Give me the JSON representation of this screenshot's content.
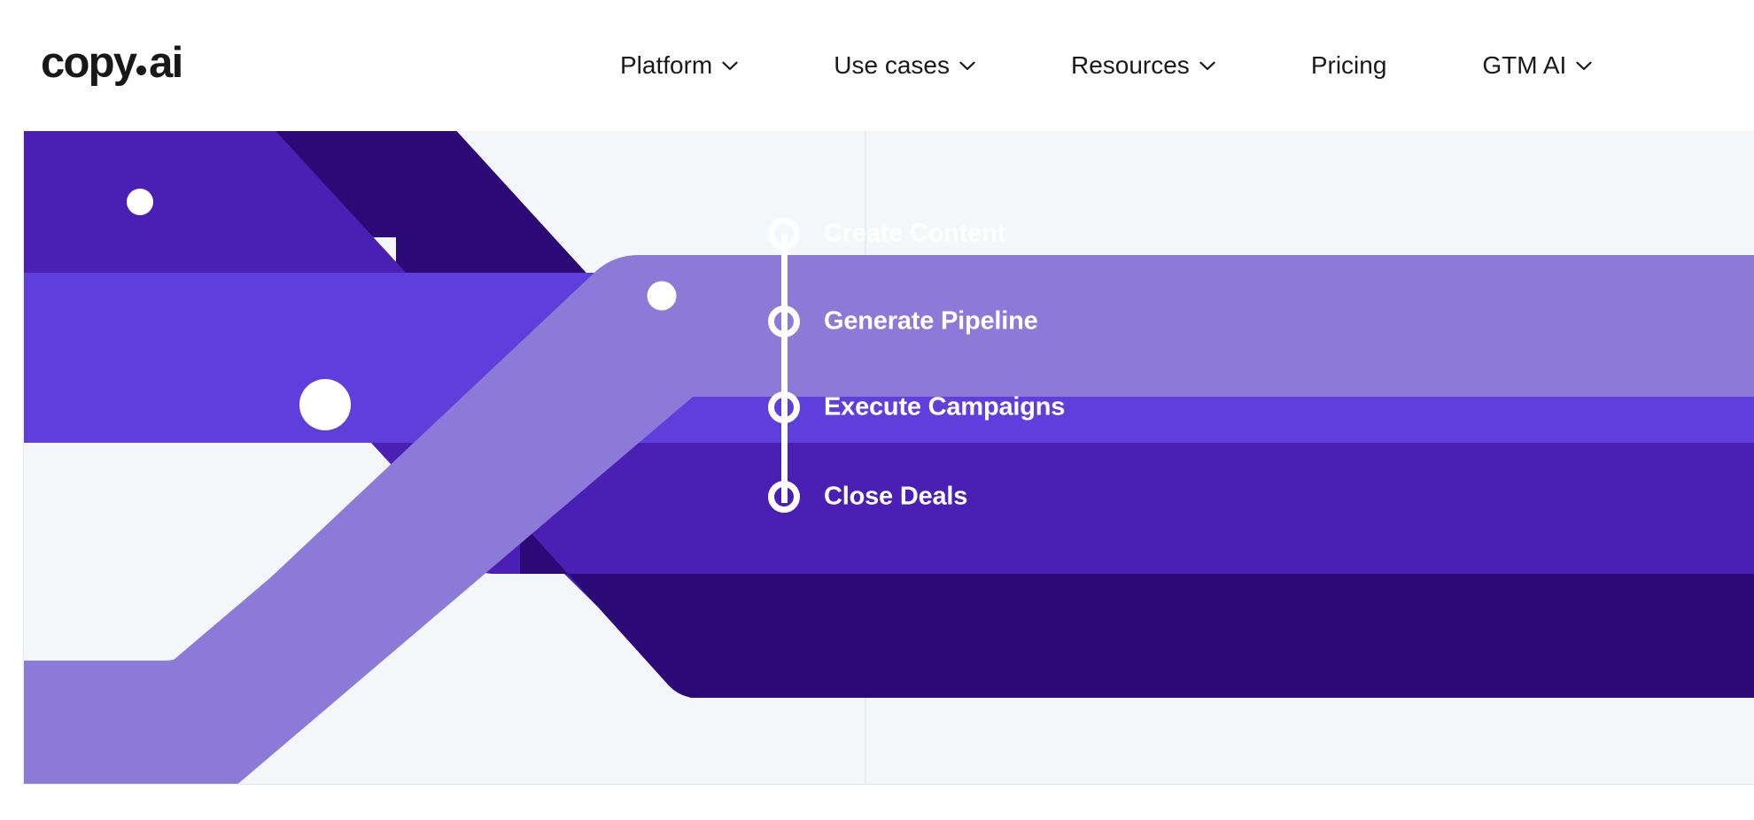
{
  "brand": {
    "logo_text_before": "copy",
    "logo_dot": "•",
    "logo_text_after": "ai",
    "logo_full": "copy.ai"
  },
  "header": {
    "nav": [
      {
        "label": "Platform",
        "icon": "chevron-down-icon",
        "has_dropdown": true
      },
      {
        "label": "Use cases",
        "icon": "chevron-down-icon",
        "has_dropdown": true
      },
      {
        "label": "Resources",
        "icon": "chevron-down-icon",
        "has_dropdown": true
      },
      {
        "label": "Pricing",
        "icon": "",
        "has_dropdown": false
      },
      {
        "label": "GTM AI",
        "icon": "chevron-down-icon",
        "has_dropdown": true
      }
    ]
  },
  "hero": {
    "background": "#f4f7f9",
    "steps": [
      {
        "label": "Create Content",
        "band_color": "#8b7ad8"
      },
      {
        "label": "Generate Pipeline",
        "band_color": "#5f3fdc"
      },
      {
        "label": "Execute Campaigns",
        "band_color": "#4a20b4"
      },
      {
        "label": "Close Deals",
        "band_color": "#2b0a78"
      }
    ],
    "palette": {
      "band_light": "#8b7ad8",
      "band_medium": "#5f3fdc",
      "band_dark": "#4a20b4",
      "band_darkest": "#2b0a78",
      "node_stroke": "#ffffff",
      "dot_fill": "#ffffff"
    }
  }
}
